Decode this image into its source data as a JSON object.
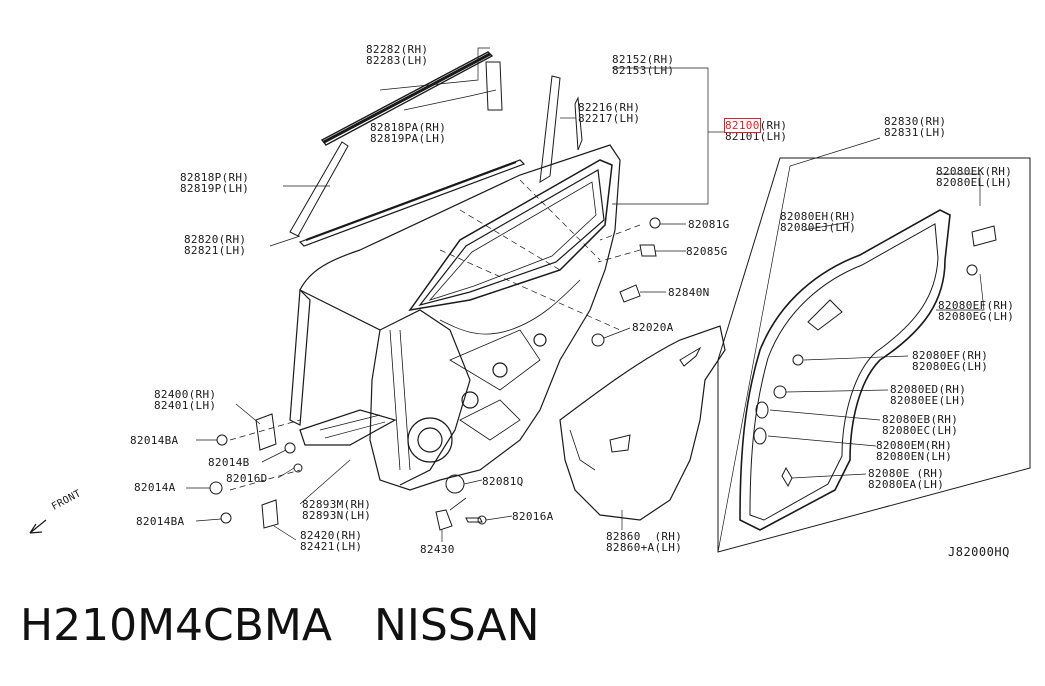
{
  "diagram": {
    "reference_code": "J82000HQ",
    "front_label": "FRONT",
    "labels": {
      "p82282": {
        "rh": "82282(RH)",
        "lh": "82283(LH)"
      },
      "p82818pa": {
        "rh": "82818PA(RH)",
        "lh": "82819PA(LH)"
      },
      "p82818p": {
        "rh": "82818P(RH)",
        "lh": "82819P(LH)"
      },
      "p82820": {
        "rh": "82820(RH)",
        "lh": "82821(LH)"
      },
      "p82152": {
        "rh": "82152(RH)",
        "lh": "82153(LH)"
      },
      "p82216": {
        "rh": "82216(RH)",
        "lh": "82217(LH)"
      },
      "p82100": {
        "rh_code": "82100",
        "rh_suffix": "(RH)",
        "lh": "82101(LH)"
      },
      "p82081g": "82081G",
      "p82085g": "82085G",
      "p82840n": "82840N",
      "p82020a": "82020A",
      "p82400": {
        "rh": "82400(RH)",
        "lh": "82401(LH)"
      },
      "p82014ba_1": "82014BA",
      "p82014b": "82014B",
      "p82016d": "82016D",
      "p82014a": "82014A",
      "p82014ba_2": "82014BA",
      "p82893m": {
        "rh": "82893M(RH)",
        "lh": "82893N(LH)"
      },
      "p82420": {
        "rh": "82420(RH)",
        "lh": "82421(LH)"
      },
      "p82430": "82430",
      "p82081q": "82081Q",
      "p82016a": "82016A",
      "p82860": {
        "rh": "82860  (RH)",
        "lh": "82860+A(LH)"
      },
      "p82830": {
        "rh": "82830(RH)",
        "lh": "82831(LH)"
      },
      "p82080ek": {
        "rh": "82080EK(RH)",
        "lh": "82080EL(LH)"
      },
      "p82080eh": {
        "rh": "82080EH(RH)",
        "lh": "82080EJ(LH)"
      },
      "p82080ef_1": {
        "rh": "82080EF(RH)",
        "lh": "82080EG(LH)"
      },
      "p82080ef_2": {
        "rh": "82080EF(RH)",
        "lh": "82080EG(LH)"
      },
      "p82080ed": {
        "rh": "82080ED(RH)",
        "lh": "82080EE(LH)"
      },
      "p82080eb": {
        "rh": "82080EB(RH)",
        "lh": "82080EC(LH)"
      },
      "p82080em": {
        "rh": "82080EM(RH)",
        "lh": "82080EN(LH)"
      },
      "p82080e": {
        "rh": "82080E (RH)",
        "lh": "82080EA(LH)"
      }
    }
  },
  "caption": {
    "part_code": "H210M4CBMA",
    "brand": "NISSAN"
  },
  "colors": {
    "line": "#1a1a1a",
    "highlight": "#e0202a",
    "background": "#ffffff"
  }
}
